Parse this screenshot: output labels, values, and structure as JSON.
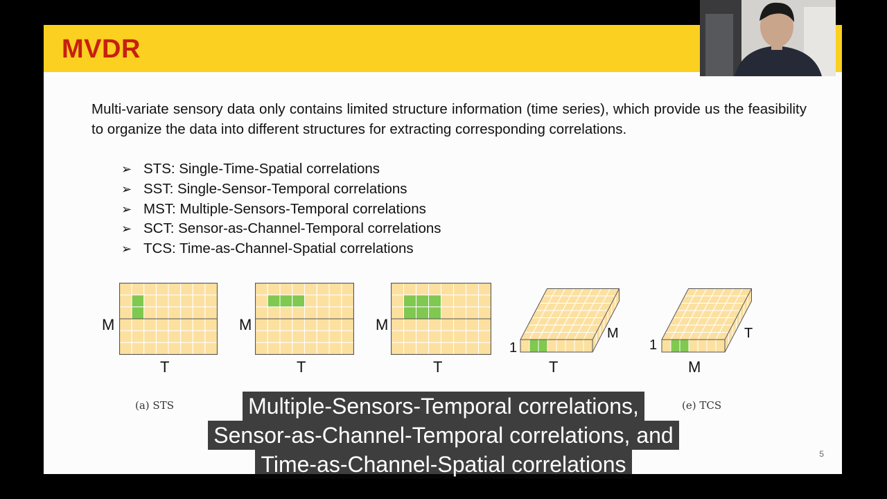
{
  "slide": {
    "title": "MVDR",
    "intro": "Multi-variate sensory data only contains limited structure information (time series), which provide us the feasibility to organize the data into different structures for extracting corresponding correlations.",
    "bullets": [
      "STS: Single-Time-Spatial correlations",
      "SST: Single-Sensor-Temporal correlations",
      "MST: Multiple-Sensors-Temporal correlations",
      "SCT: Sensor-as-Channel-Temporal correlations",
      "TCS: Time-as-Channel-Spatial correlations"
    ],
    "figures": [
      {
        "left_label": "M",
        "bottom_label": "T"
      },
      {
        "left_label": "M",
        "bottom_label": "T"
      },
      {
        "left_label": "M",
        "bottom_label": "T"
      },
      {
        "left_label": "1",
        "bottom_label": "T",
        "side_label": "M"
      },
      {
        "left_label": "1",
        "bottom_label": "M",
        "side_label": "T"
      }
    ],
    "captions": {
      "first": "(a) STS",
      "last": "(e) TCS"
    },
    "page_number": "5"
  },
  "subtitles": [
    "Multiple-Sensors-Temporal correlations,",
    "Sensor-as-Channel-Temporal correlations, and",
    "Time-as-Channel-Spatial correlations"
  ],
  "colors": {
    "title_bar": "#fbd020",
    "title_text": "#c62010",
    "cell": "#fce0a0",
    "cell_highlight": "#80c850",
    "grid_line": "#555555"
  }
}
